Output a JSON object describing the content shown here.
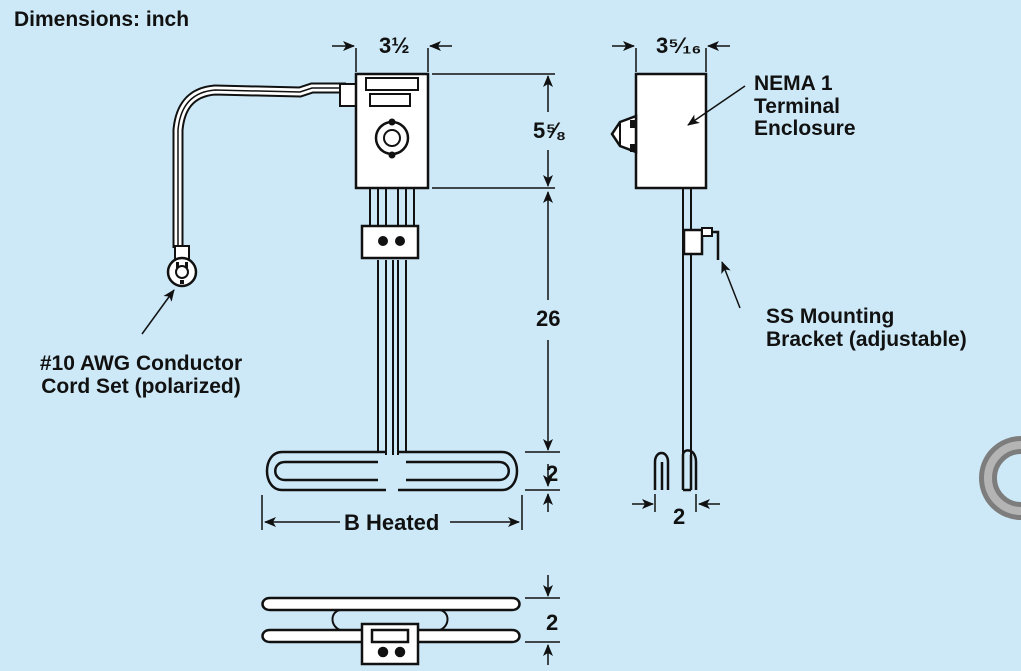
{
  "header": {
    "title": "Dimensions: inch"
  },
  "dimensions": {
    "box_width": "3½",
    "box_height": "5⅝",
    "element_length": "26",
    "loop_height": "2",
    "heated_width": "B Heated",
    "side_box_depth": "3⁵⁄₁₆",
    "side_foot_width": "2",
    "bottom_height": "2"
  },
  "callouts": {
    "enclosure": [
      "NEMA 1",
      "Terminal",
      "Enclosure"
    ],
    "bracket": [
      "SS Mounting",
      "Bracket (adjustable)"
    ],
    "cord": [
      "#10 AWG Conductor",
      "Cord Set (polarized)"
    ]
  },
  "colors": {
    "background": "#cde9f7",
    "line": "#111111",
    "enclosure_fill": "#ffffff",
    "accent_ring": "#8f8f8f"
  }
}
